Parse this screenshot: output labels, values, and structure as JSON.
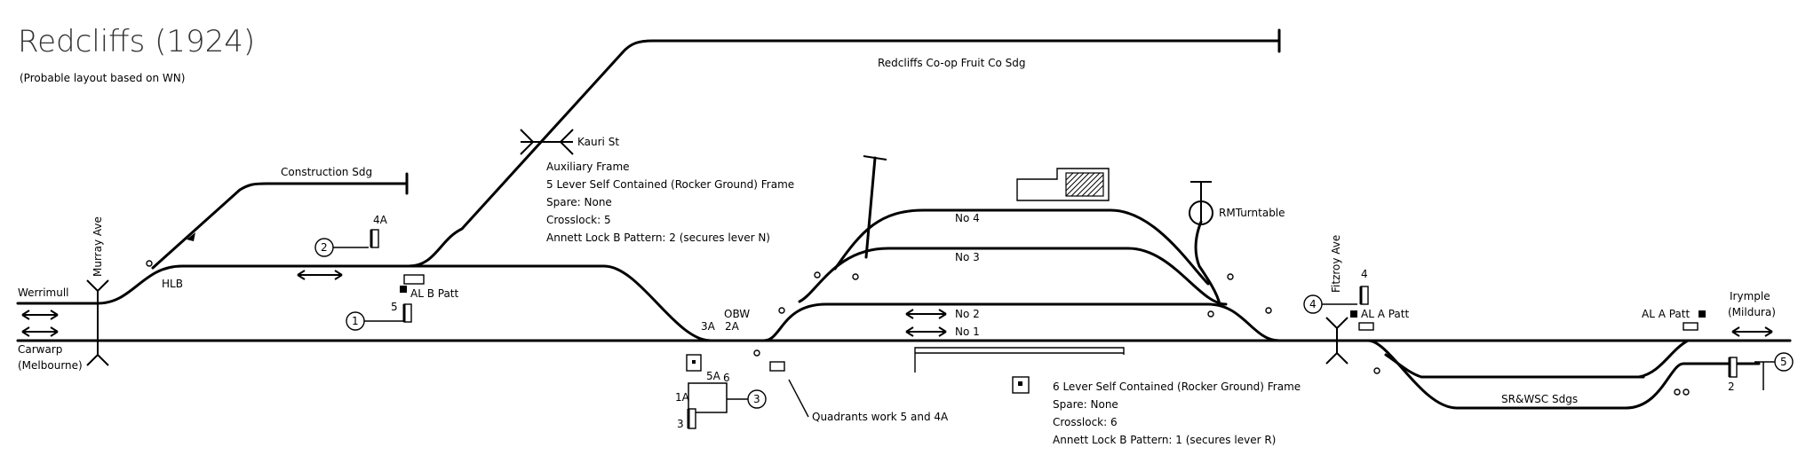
{
  "title": "Redcliffs (1924)",
  "subtitle": "(Probable layout based on WN)",
  "directions": {
    "werrimull": "Werrimull",
    "carwarp": "Carwarp",
    "melbourne": "(Melbourne)",
    "irymple": "Irymple",
    "mildura": "(Mildura)"
  },
  "roads": {
    "murray_ave": "Murray Ave",
    "fitzroy_ave": "Fitzroy Ave",
    "kauri_st": "Kauri St"
  },
  "sidings": {
    "coop": "Redcliffs Co-op Fruit Co Sdg",
    "construction": "Construction Sdg",
    "srwsc": "SR&WSC Sdgs",
    "turntable": "RMTurntable"
  },
  "roads_num": {
    "no4": "No 4",
    "no3": "No 3",
    "no2": "No 2",
    "no1": "No 1"
  },
  "labels": {
    "hlb": "HLB",
    "al_b_patt": "AL B Patt",
    "al_a_patt_1": "AL A Patt",
    "al_a_patt_2": "AL A Patt",
    "lever_3a": "3A",
    "lever_2a": "2A",
    "obw": "OBW",
    "lever_5a": "5A",
    "lever_6": "6",
    "lever_1a": "1A",
    "lever_3": "3",
    "lever_5": "5",
    "lever_4a": "4A",
    "lever_4": "4",
    "lever_2": "2",
    "circle_1": "1",
    "circle_2": "2",
    "circle_3": "3",
    "circle_4": "4",
    "circle_5": "5",
    "quadrants": "Quadrants work 5 and 4A"
  },
  "aux_frame": [
    "Auxiliary Frame",
    "5 Lever Self Contained (Rocker Ground) Frame",
    "Spare: None",
    "Crosslock: 5",
    "Annett Lock B Pattern: 2 (secures lever N)"
  ],
  "main_frame": [
    "6 Lever Self Contained (Rocker Ground) Frame",
    "Spare: None",
    "Crosslock: 6",
    "Annett Lock B Pattern: 1 (secures lever R)"
  ]
}
